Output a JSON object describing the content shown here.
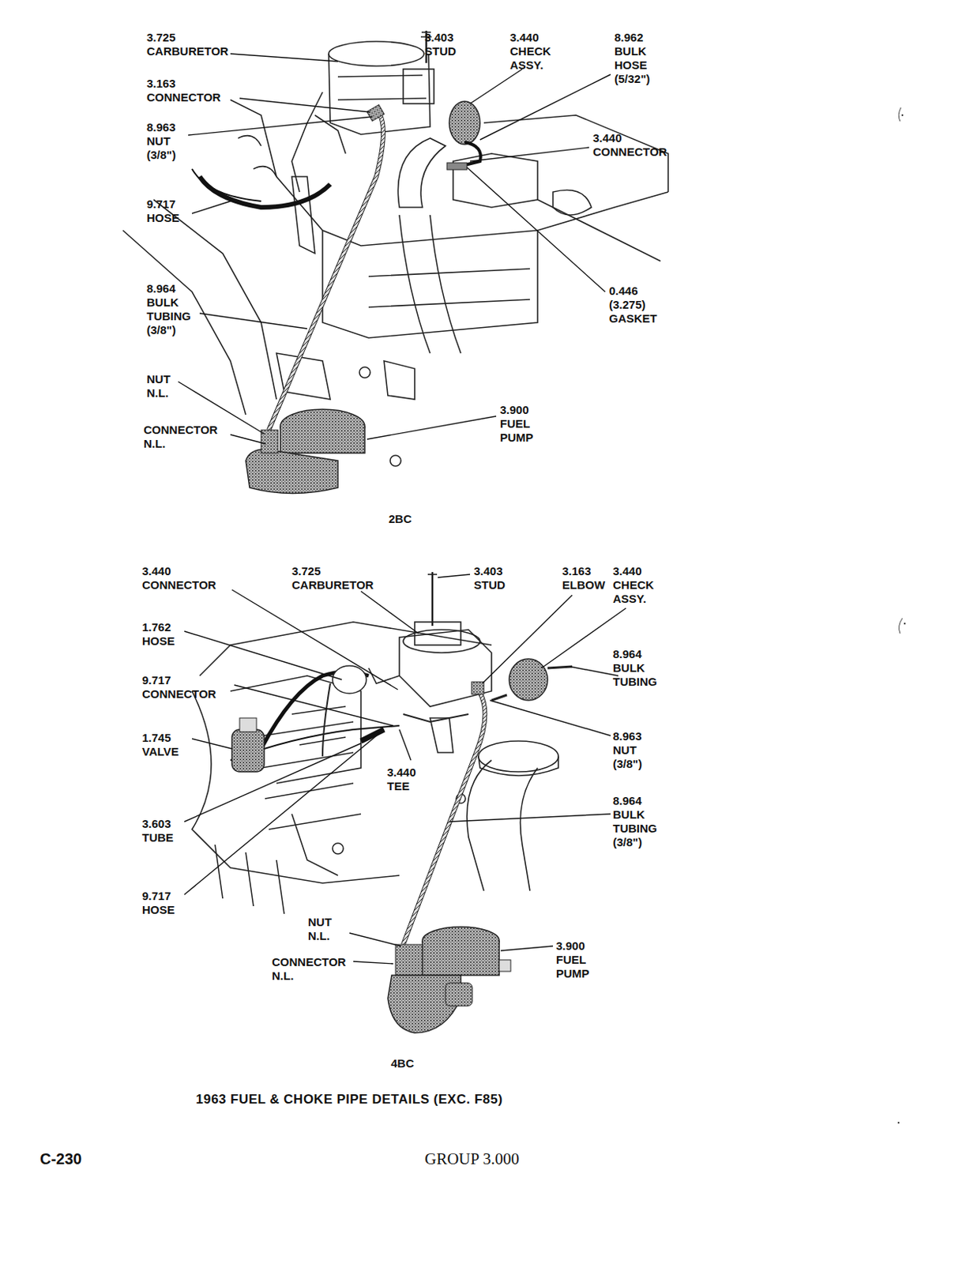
{
  "diagram": {
    "title": "1963 FUEL & CHOKE PIPE DETAILS (EXC. F85)",
    "labels": [
      "3.725 CARBURETOR",
      "3.403 STUD",
      "3.440 CHECK ASSY.",
      "8.962 BULK HOSE (5/32\")",
      "3.163 CONNECTOR",
      "8.963 NUT (3/8\")",
      "3.440 CONNECTOR",
      "9.717 HOSE",
      "8.964 BULK TUBING (3/8\")",
      "0.446 (3.275) GASKET",
      "NUT N.L.",
      "CONNECTOR N.L.",
      "3.900 FUEL PUMP",
      "2BC",
      "3.440 CONNECTOR",
      "3.725 CARBURETOR",
      "3.403 STUD",
      "3.163 ELBOW",
      "3.440 CHECK ASSY.",
      "1.762 HOSE",
      "8.964 BULK TUBING",
      "9.717 CONNECTOR",
      "8.963 NUT (3/8\")",
      "1.745 VALVE",
      "3.440 TEE",
      "8.964 BULK TUBING (3/8\")",
      "3.603 TUBE",
      "9.717 HOSE",
      "NUT N.L.",
      "CONNECTOR N.L.",
      "3.900 FUEL PUMP",
      "4BC",
      "C-230",
      "GROUP 3.000"
    ]
  }
}
